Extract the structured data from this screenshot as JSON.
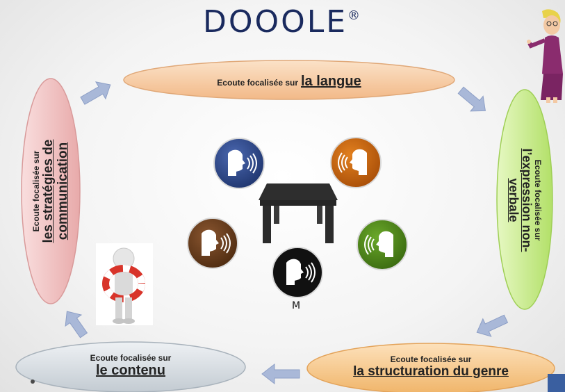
{
  "title": "DOOOLE",
  "title_mark": "®",
  "nodes": {
    "langue": {
      "prefix": "Ecoute focalisée sur",
      "main": "la langue"
    },
    "expression": {
      "prefix": "Ecoute focalisée sur",
      "main": "l’expression non-verbale"
    },
    "structuration": {
      "prefix": "Ecoute focalisée sur",
      "main": "la structuration du genre"
    },
    "contenu": {
      "prefix": "Ecoute focalisée sur",
      "main": "le contenu"
    },
    "strategies": {
      "prefix": "Ecoute focalisée sur",
      "main": "les stratégies de communication"
    }
  },
  "center": {
    "m_label": "M"
  },
  "colors": {
    "title": "#1a2a5e",
    "langue": "#f6c9a0",
    "expression": "#c8ec8c",
    "structuration": "#f7cd93",
    "contenu": "#d7dde2",
    "strategies": "#f2c4c4",
    "arrow": "#a9b8d8",
    "speaker_blue": "#2f4c95",
    "speaker_orange": "#c9640f",
    "speaker_brown": "#6a3e1c",
    "speaker_green": "#4f8a1a",
    "speaker_black": "#111111",
    "table": "#2e2e2e"
  },
  "icons": [
    "speaker-icon",
    "table-icon",
    "lifebuoy-figure-icon",
    "teacher-figure-icon",
    "arrow-icon"
  ]
}
